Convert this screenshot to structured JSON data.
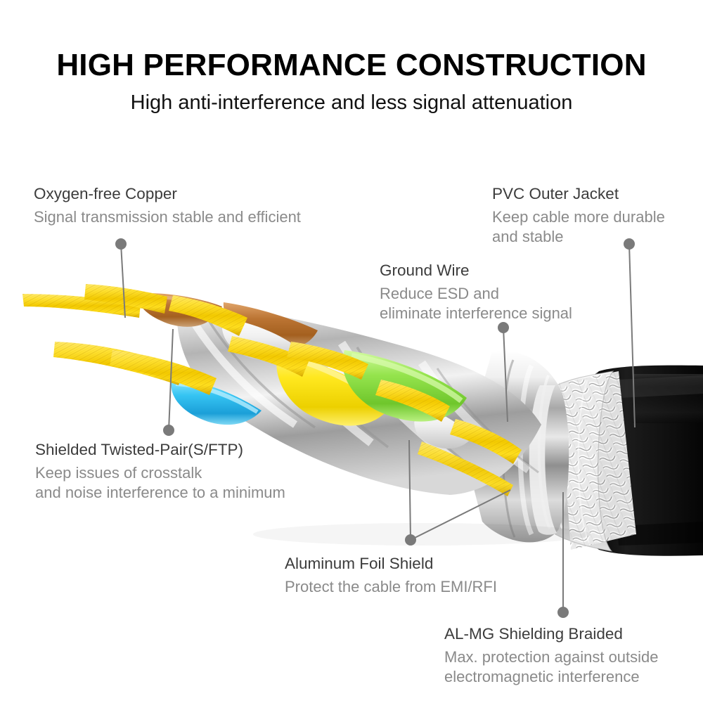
{
  "header": {
    "title": "HIGH PERFORMANCE CONSTRUCTION",
    "subtitle": "High anti-interference and less signal attenuation"
  },
  "colors": {
    "title_text": "#000000",
    "subtitle_text": "#111111",
    "label_heading": "#3c3c3c",
    "label_body": "#8a8a8a",
    "leader_line": "#7a7a7a",
    "background": "#ffffff",
    "jacket_black": "#101010",
    "copper_yellow": "#f5d400",
    "foil_silver": "#c9c9c9",
    "pair_orange": "#c8803c",
    "pair_blue": "#3fc6f0",
    "pair_green": "#8fe04a",
    "pair_white": "#f2f2f2"
  },
  "callouts": [
    {
      "id": "oxygen-free-copper",
      "heading": "Oxygen-free Copper",
      "body": [
        "Signal transmission stable and efficient"
      ]
    },
    {
      "id": "pvc-outer-jacket",
      "heading": "PVC Outer Jacket",
      "body": [
        "Keep cable more durable",
        "and stable"
      ]
    },
    {
      "id": "ground-wire",
      "heading": "Ground Wire",
      "body": [
        "Reduce ESD and",
        "eliminate interference signal"
      ]
    },
    {
      "id": "shielded-twisted-pair",
      "heading": "Shielded Twisted-Pair(S/FTP)",
      "body": [
        "Keep issues of crosstalk",
        "and noise interference to a minimum"
      ]
    },
    {
      "id": "aluminum-foil-shield",
      "heading": "Aluminum Foil Shield",
      "body": [
        "Protect the cable from EMI/RFI"
      ]
    },
    {
      "id": "al-mg-shielding-braided",
      "heading": "AL-MG Shielding Braided",
      "body": [
        "Max. protection against outside",
        "electromagnetic interference"
      ]
    }
  ],
  "illustration": {
    "name": "cutaway-ethernet-cable",
    "description": "Cutaway S/FTP network cable showing copper conductors, coloured twisted pairs, aluminium foil shield, braided shield and black PVC jacket"
  }
}
